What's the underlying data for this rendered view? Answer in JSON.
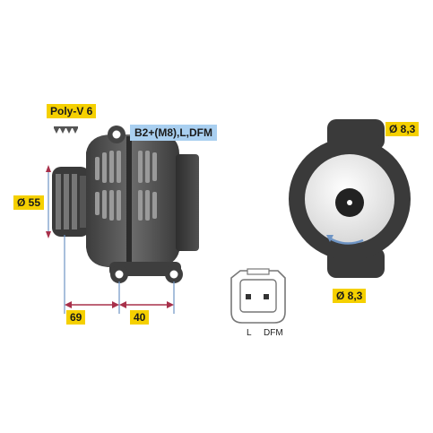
{
  "labels": {
    "belt": "Poly-V 6",
    "terminals": "B2+(M8),L,DFM",
    "pulley_dia": "Ø 55",
    "mount_hole_top": "Ø 8,3",
    "mount_hole_bottom": "Ø 8,3",
    "dim_1": "69",
    "dim_2": "40",
    "pin_l": "L",
    "pin_dfm": "DFM"
  },
  "colors": {
    "highlight_yellow": "#f5d000",
    "highlight_blue": "#a9cff0",
    "dimension_red": "#a8304a",
    "dimension_blue": "#6e94c4",
    "body_gray": "#4a4a4a"
  }
}
